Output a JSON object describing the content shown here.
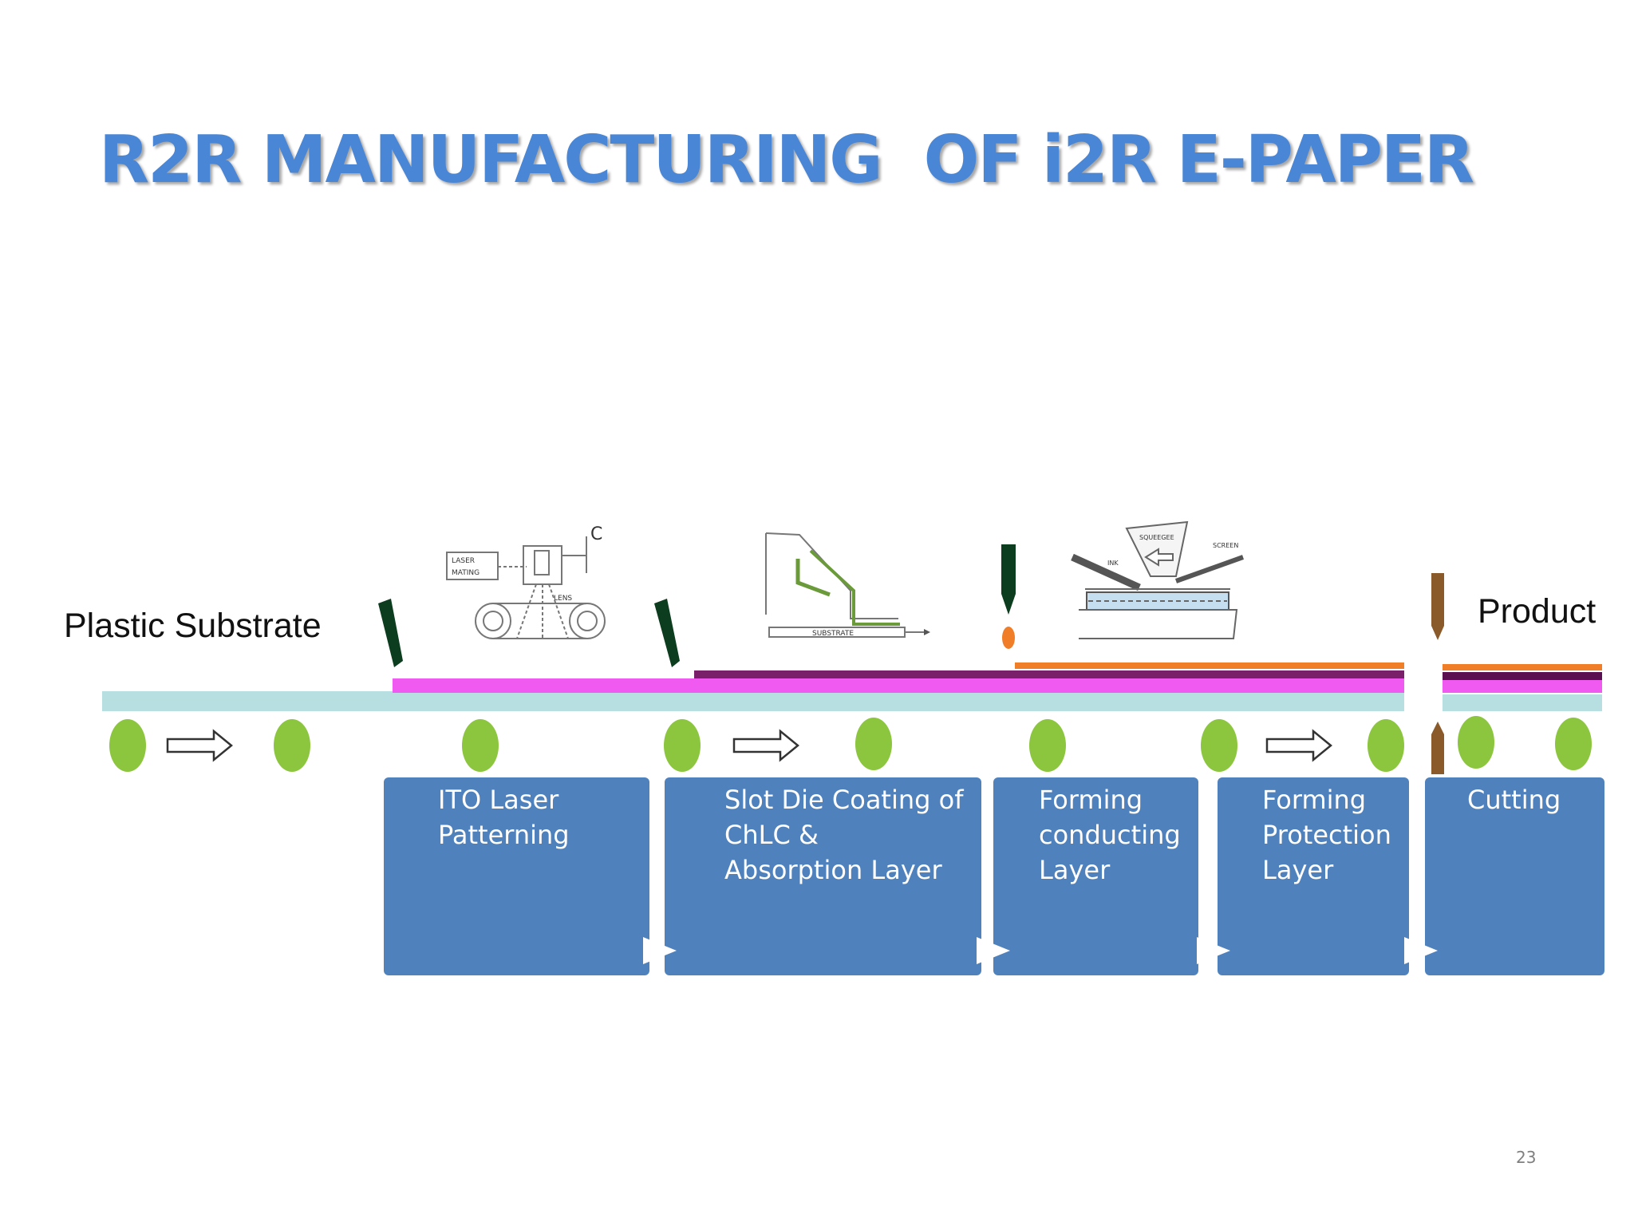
{
  "slide": {
    "title": "R2R MANUFACTURING  OF i2R E-PAPER",
    "page_number": "23"
  },
  "figure": {
    "substrate_label": "Plastic Substrate",
    "product_label": "Product",
    "equipment_labels": {
      "laser": [
        "LASER",
        "MATING",
        "LENS",
        "C"
      ],
      "slot_die": [
        "SUBSTRATE"
      ],
      "screen": [
        "SQUEEGEE",
        "INK",
        "SCREEN"
      ]
    }
  },
  "steps": [
    {
      "label": "ITO  Laser\nPatterning"
    },
    {
      "label": "Slot Die Coating of\nChLC &\nAbsorption Layer"
    },
    {
      "label": "Forming\nconducting\nLayer"
    },
    {
      "label": "Forming\nProtection\nLayer"
    },
    {
      "label": "Cutting"
    }
  ],
  "colors": {
    "title": "#4a86d6",
    "step_box": "#4f81bd",
    "roller": "#8cc63f",
    "substrate": "#b7dee0",
    "ito_layer": "#f05af0",
    "chlc_layer": "#7a1f6a",
    "conducting_layer": "#f07d28",
    "laser_head": "#0d3d1f",
    "cutter": "#8b5a2b"
  },
  "icons": [
    "right-arrow-icon",
    "laser-head-icon",
    "cutter-blade-icon",
    "roller-icon"
  ]
}
